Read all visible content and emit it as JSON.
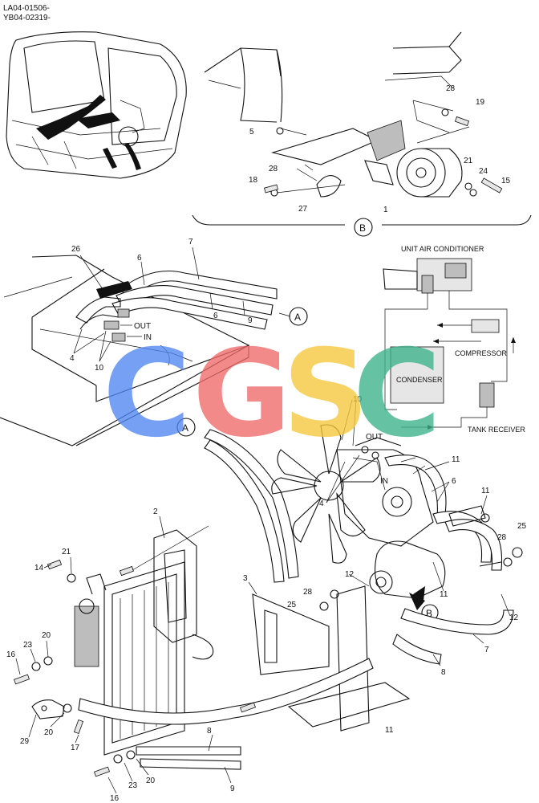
{
  "header": {
    "code_line_1": "LA04-01506-",
    "code_line_2": "YB04-02319-"
  },
  "watermark": {
    "letters": [
      "C",
      "G",
      "S",
      "C"
    ],
    "colors": [
      "#4f86f0",
      "#f06a6a",
      "#f5c63b",
      "#3bb38a"
    ]
  },
  "views": {
    "view_b_circle": "B",
    "view_a_circle": "A"
  },
  "schematic": {
    "unit_air_conditioner": "UNIT AIR CONDITIONER",
    "compressor": "COMPRESSOR",
    "condenser": "CONDENSER",
    "tank_receiver": "TANK RECEIVER"
  },
  "flow_labels": {
    "out": "OUT",
    "in": "IN"
  },
  "callouts": {
    "top_detail": [
      "28",
      "19",
      "5",
      "21",
      "24",
      "15",
      "18",
      "28",
      "27",
      "1"
    ],
    "cab_hoses": [
      "26",
      "6",
      "7",
      "6",
      "9",
      "4",
      "10"
    ],
    "engine": [
      "10",
      "11",
      "6",
      "4",
      "11",
      "12",
      "11",
      "28",
      "25",
      "12",
      "7",
      "8",
      "11",
      "28",
      "25",
      "12"
    ],
    "radiator": [
      "2",
      "3",
      "21",
      "14",
      "20",
      "23",
      "16",
      "20",
      "29",
      "17",
      "8",
      "9",
      "20",
      "23",
      "16"
    ]
  }
}
